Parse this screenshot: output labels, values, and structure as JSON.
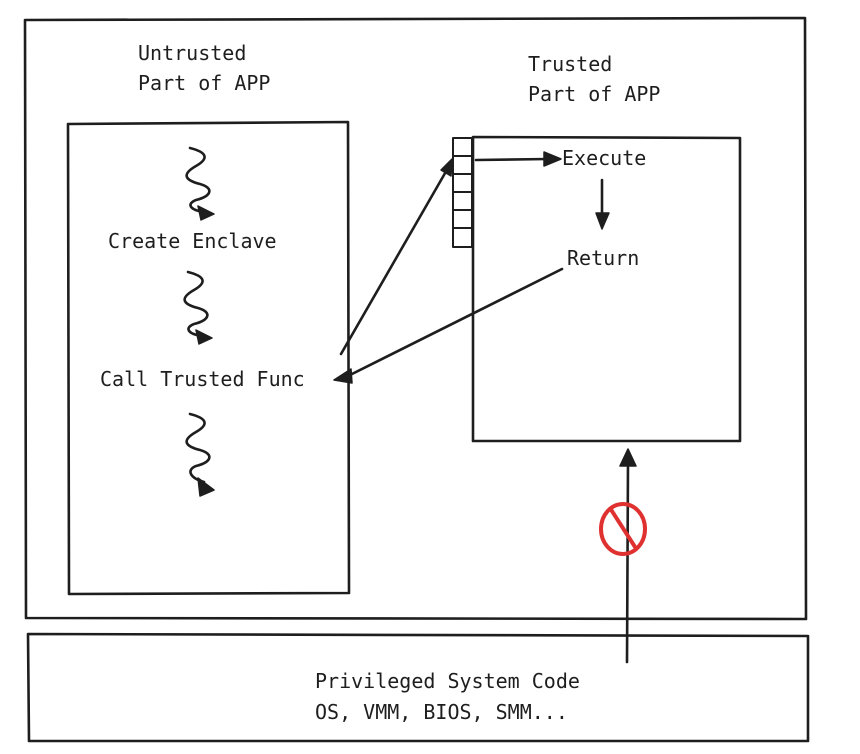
{
  "labels": {
    "untrusted_title_1": "Untrusted",
    "untrusted_title_2": "Part of APP",
    "trusted_title_1": "Trusted",
    "trusted_title_2": "Part of APP",
    "create_enclave": "Create Enclave",
    "call_trusted_func": "Call Trusted Func",
    "execute": "Execute",
    "return": "Return",
    "privileged_line_1": "Privileged System Code",
    "privileged_line_2": "OS, VMM, BIOS, SMM..."
  },
  "icons": {
    "blocked_access": "prohibited-icon"
  },
  "colors": {
    "ink": "#1e1e1e",
    "blocked": "#e03131"
  }
}
